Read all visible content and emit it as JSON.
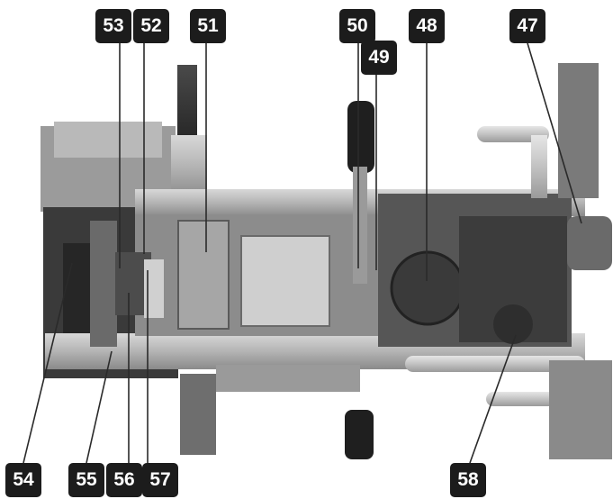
{
  "callouts": {
    "c47": "47",
    "c48": "48",
    "c49": "49",
    "c50": "50",
    "c51": "51",
    "c52": "52",
    "c53": "53",
    "c54": "54",
    "c55": "55",
    "c56": "56",
    "c57": "57",
    "c58": "58"
  },
  "colors": {
    "callout_background": "#1c1c1c",
    "callout_text": "#ffffff",
    "leader_line": "#2a2a2a"
  }
}
